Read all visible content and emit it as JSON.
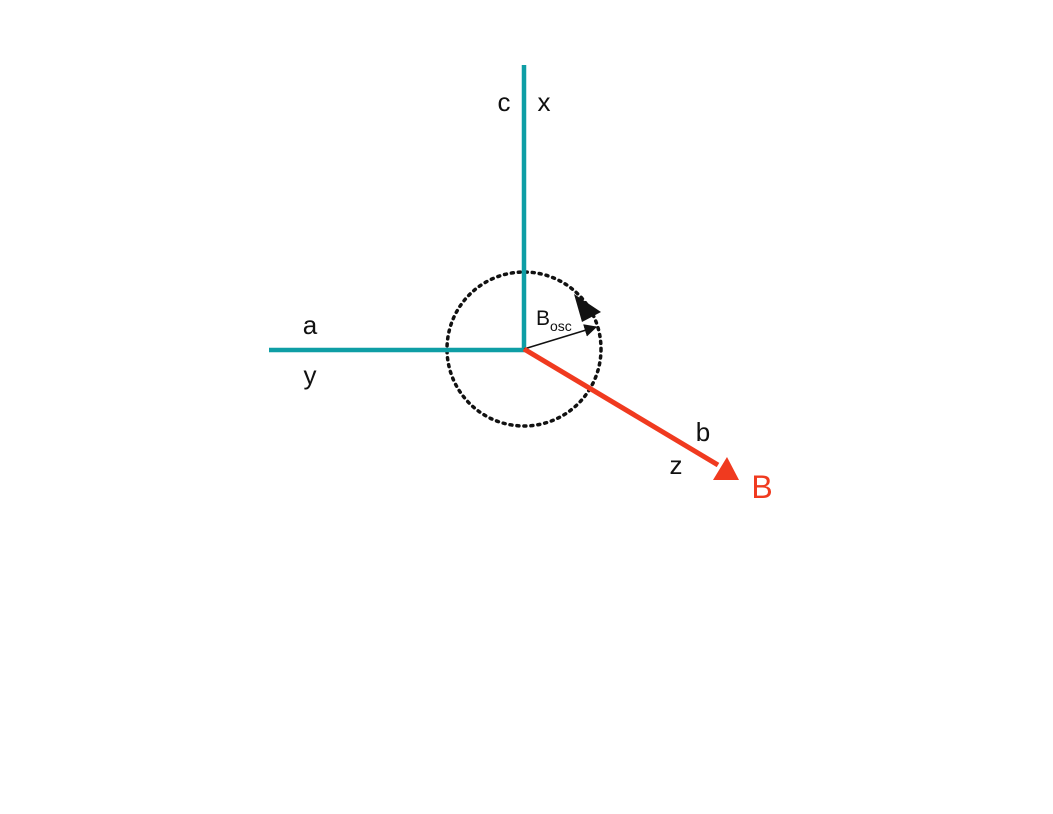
{
  "colors": {
    "axis": "#0e9ea5",
    "field": "#f03a1f",
    "ink": "#111111"
  },
  "icons": {
    "rotation": "dotted-circle-arrow-icon"
  },
  "labels": {
    "c": "c",
    "x": "x",
    "a": "a",
    "y": "y",
    "b": "b",
    "z": "z",
    "field": "B",
    "osc_main": "B",
    "osc_sub": "osc"
  }
}
